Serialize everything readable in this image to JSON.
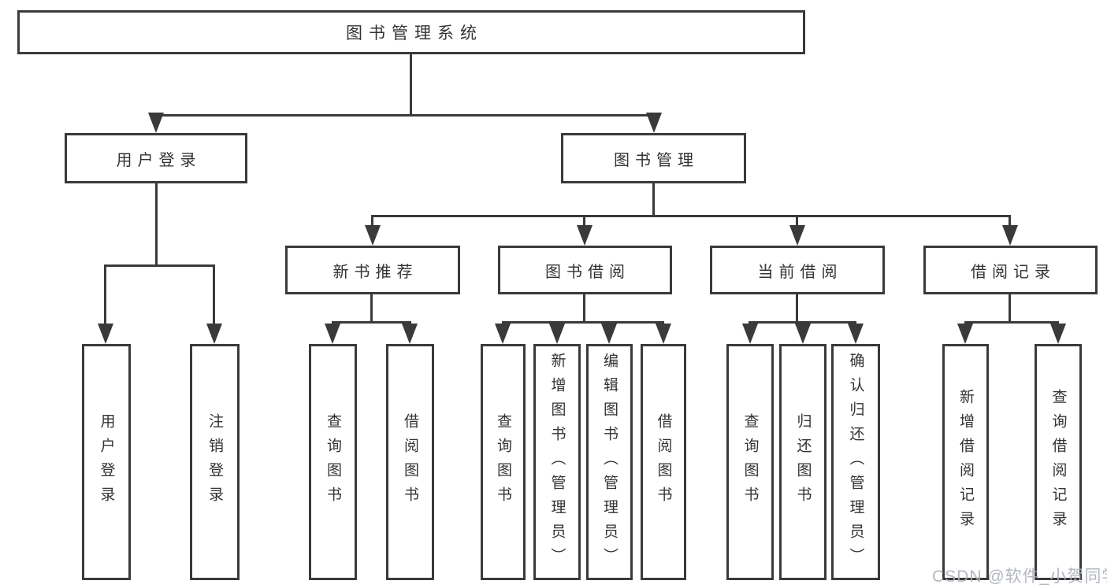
{
  "tree": {
    "label": "图书管理系统",
    "children": [
      {
        "label": "用户登录",
        "children": [
          {
            "label": "用户登录"
          },
          {
            "label": "注销登录"
          }
        ]
      },
      {
        "label": "图书管理",
        "children": [
          {
            "label": "新书推荐",
            "children": [
              {
                "label": "查询图书"
              },
              {
                "label": "借阅图书"
              }
            ]
          },
          {
            "label": "图书借阅",
            "children": [
              {
                "label": "查询图书"
              },
              {
                "label": "新增图书（管理员）"
              },
              {
                "label": "编辑图书（管理员）"
              },
              {
                "label": "借阅图书"
              }
            ]
          },
          {
            "label": "当前借阅",
            "children": [
              {
                "label": "查询图书"
              },
              {
                "label": "归还图书"
              },
              {
                "label": "确认归还（管理员）"
              }
            ]
          },
          {
            "label": "借阅记录",
            "children": [
              {
                "label": "新增借阅记录"
              },
              {
                "label": "查询借阅记录"
              }
            ]
          }
        ]
      }
    ]
  },
  "watermark": {
    "text": "CSDN @软件_小贺同学"
  },
  "colors": {
    "line": "#3a3a3a",
    "text": "#333333",
    "background": "#ffffff",
    "watermark": "#acb1b9"
  }
}
